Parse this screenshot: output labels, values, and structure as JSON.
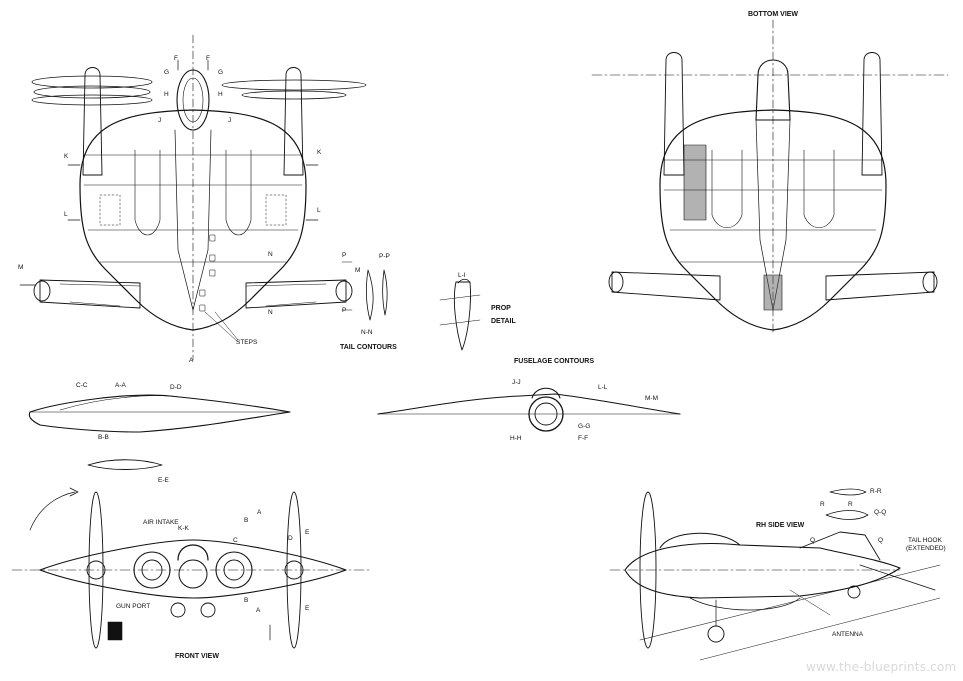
{
  "titles": {
    "bottom_view": "BOTTOM VIEW",
    "front_view": "FRONT VIEW",
    "rh_side_view": "RH SIDE VIEW",
    "tail_contours": "TAIL CONTOURS",
    "fuselage_contours": "FUSELAGE CONTOURS",
    "prop": "PROP",
    "detail": "DETAIL"
  },
  "labels": {
    "steps": "STEPS",
    "air_intake": "AIR INTAKE",
    "gun_port": "GUN PORT",
    "antenna": "ANTENNA",
    "tail_hook_1": "TAIL HOOK",
    "tail_hook_2": "(EXTENDED)"
  },
  "sections": {
    "F": "F",
    "G": "G",
    "H": "H",
    "J": "J",
    "K": "K",
    "L": "L",
    "M": "M",
    "N": "N",
    "P": "P",
    "PP": "P-P",
    "NN": "N-N",
    "A": "A",
    "AA": "A-A",
    "BB": "B-B",
    "CC": "C-C",
    "DD": "D-D",
    "EE": "E-E",
    "FF": "F-F",
    "GG": "G-G",
    "HH": "H-H",
    "JJ": "J-J",
    "LL": "L-L",
    "MM": "M-M",
    "KK": "K-K",
    "B": "B",
    "C": "C",
    "D": "D",
    "E": "E",
    "RR": "R-R",
    "R": "R",
    "QQ": "Q-Q",
    "Q": "Q",
    "LI": "L-I"
  },
  "watermark": "www.the-blueprints.com"
}
